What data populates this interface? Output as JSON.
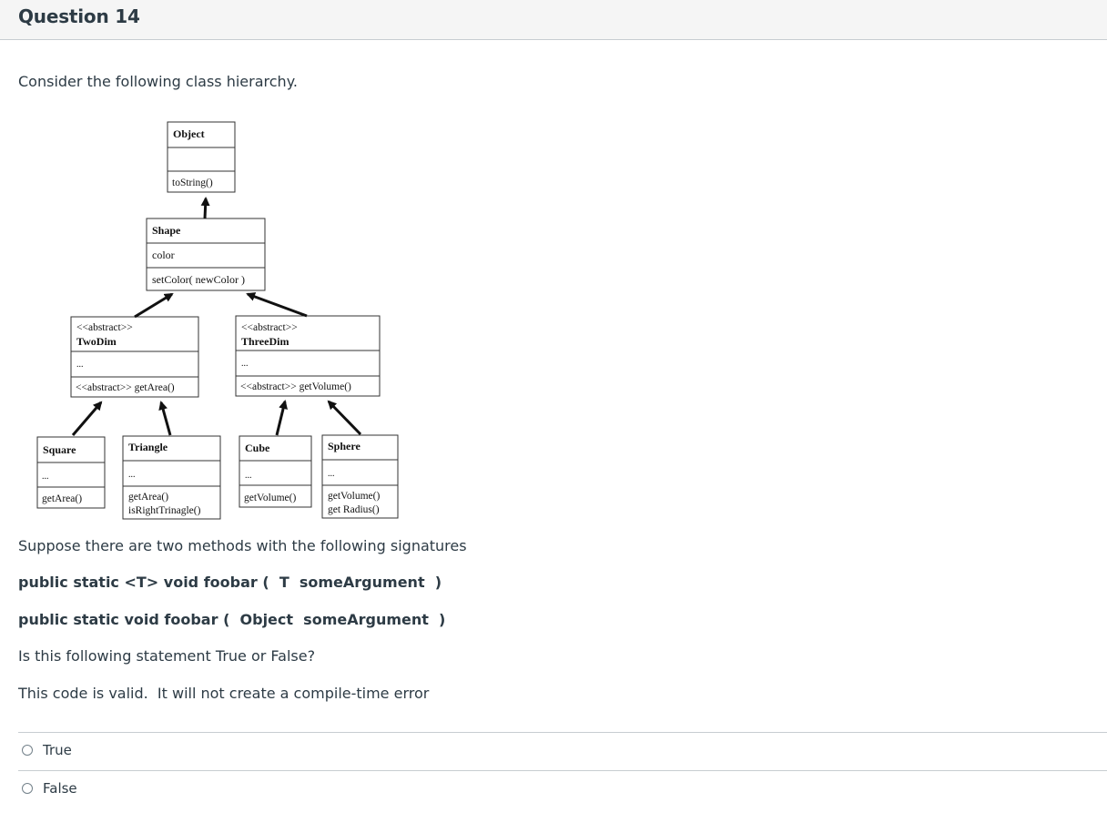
{
  "question": {
    "title": "Question 14",
    "intro": "Consider the following class hierarchy.",
    "text_suppose": "Suppose there are two methods with the following signatures",
    "signature_1": "public static <T> void foobar (  T  someArgument  )",
    "signature_2": "public static void foobar (  Object  someArgument  )",
    "prompt": "Is this following statement True or False?",
    "statement": "This code is valid.  It will not create a compile-time error"
  },
  "diagram": {
    "object": {
      "name": "Object",
      "methods": "toString()"
    },
    "shape": {
      "name": "Shape",
      "fields": "color",
      "methods": "setColor( newColor )"
    },
    "twodim": {
      "stereotype": "<<abstract>>",
      "name": "TwoDim",
      "fields": "...",
      "methods": "<<abstract>> getArea()"
    },
    "threedim": {
      "stereotype": "<<abstract>>",
      "name": "ThreeDim",
      "fields": "...",
      "methods": "<<abstract>> getVolume()"
    },
    "square": {
      "name": "Square",
      "fields": "...",
      "methods": "getArea()"
    },
    "triangle": {
      "name": "Triangle",
      "fields": "...",
      "method_1": "getArea()",
      "method_2": "isRightTrinagle()"
    },
    "cube": {
      "name": "Cube",
      "fields": "...",
      "methods": "getVolume()"
    },
    "sphere": {
      "name": "Sphere",
      "fields": "...",
      "method_1": "getVolume()",
      "method_2": "get Radius()"
    }
  },
  "answers": [
    {
      "label": "True"
    },
    {
      "label": "False"
    }
  ]
}
